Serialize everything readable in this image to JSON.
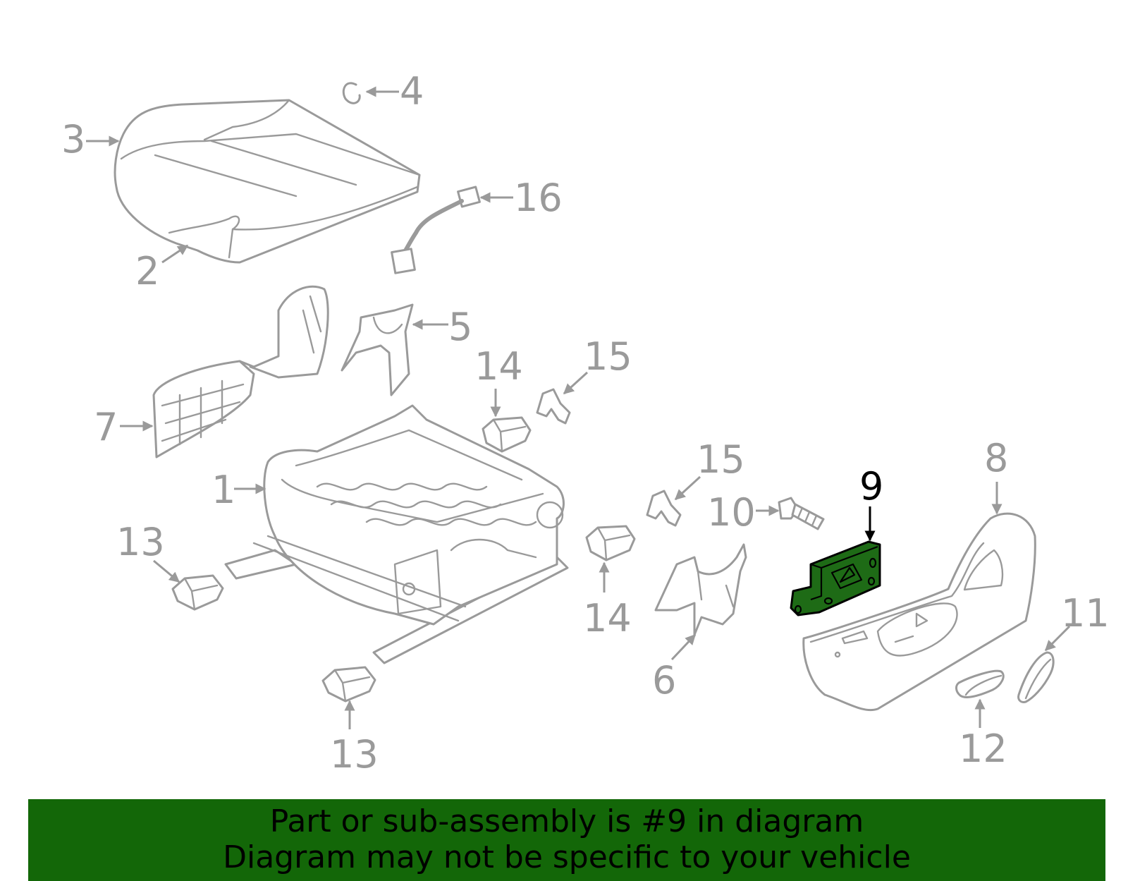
{
  "callouts": {
    "c1": "1",
    "c2": "2",
    "c3": "3",
    "c4": "4",
    "c5": "5",
    "c6": "6",
    "c7": "7",
    "c8": "8",
    "c9": "9",
    "c10": "10",
    "c11": "11",
    "c12": "12",
    "c13a": "13",
    "c13b": "13",
    "c14a": "14",
    "c14b": "14",
    "c15a": "15",
    "c15b": "15",
    "c16": "16"
  },
  "highlighted_part": "9",
  "colors": {
    "highlight_fill": "#1e6b16",
    "banner_bg": "#136708",
    "outline": "#9a9a9a"
  },
  "banner": {
    "line1": "Part or sub-assembly is #9 in diagram",
    "line2": "Diagram may not be specific to your vehicle"
  }
}
